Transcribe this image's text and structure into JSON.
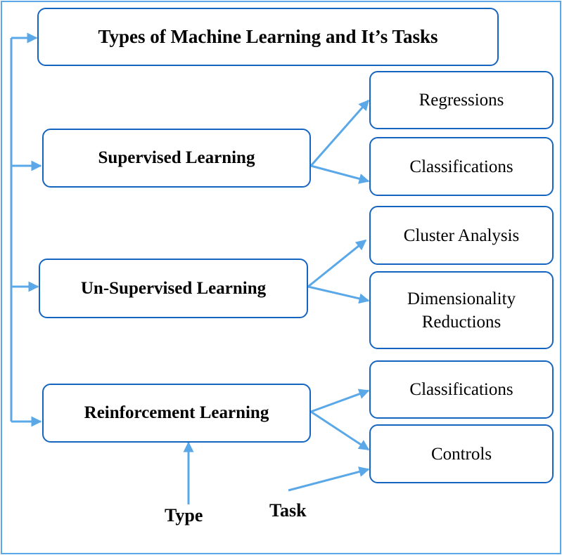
{
  "title": "Types of Machine Learning and It’s Tasks",
  "types": [
    {
      "name": "Supervised Learning",
      "tasks": [
        "Regressions",
        "Classifications"
      ]
    },
    {
      "name": "Un-Supervised Learning",
      "tasks": [
        "Cluster Analysis",
        "Dimensionality Reductions"
      ]
    },
    {
      "name": "Reinforcement Learning",
      "tasks": [
        "Classifications",
        "Controls"
      ]
    }
  ],
  "legend": {
    "type_label": "Type",
    "task_label": "Task"
  },
  "colors": {
    "box_border": "#1565c0",
    "arrow": "#5aa8e8"
  }
}
